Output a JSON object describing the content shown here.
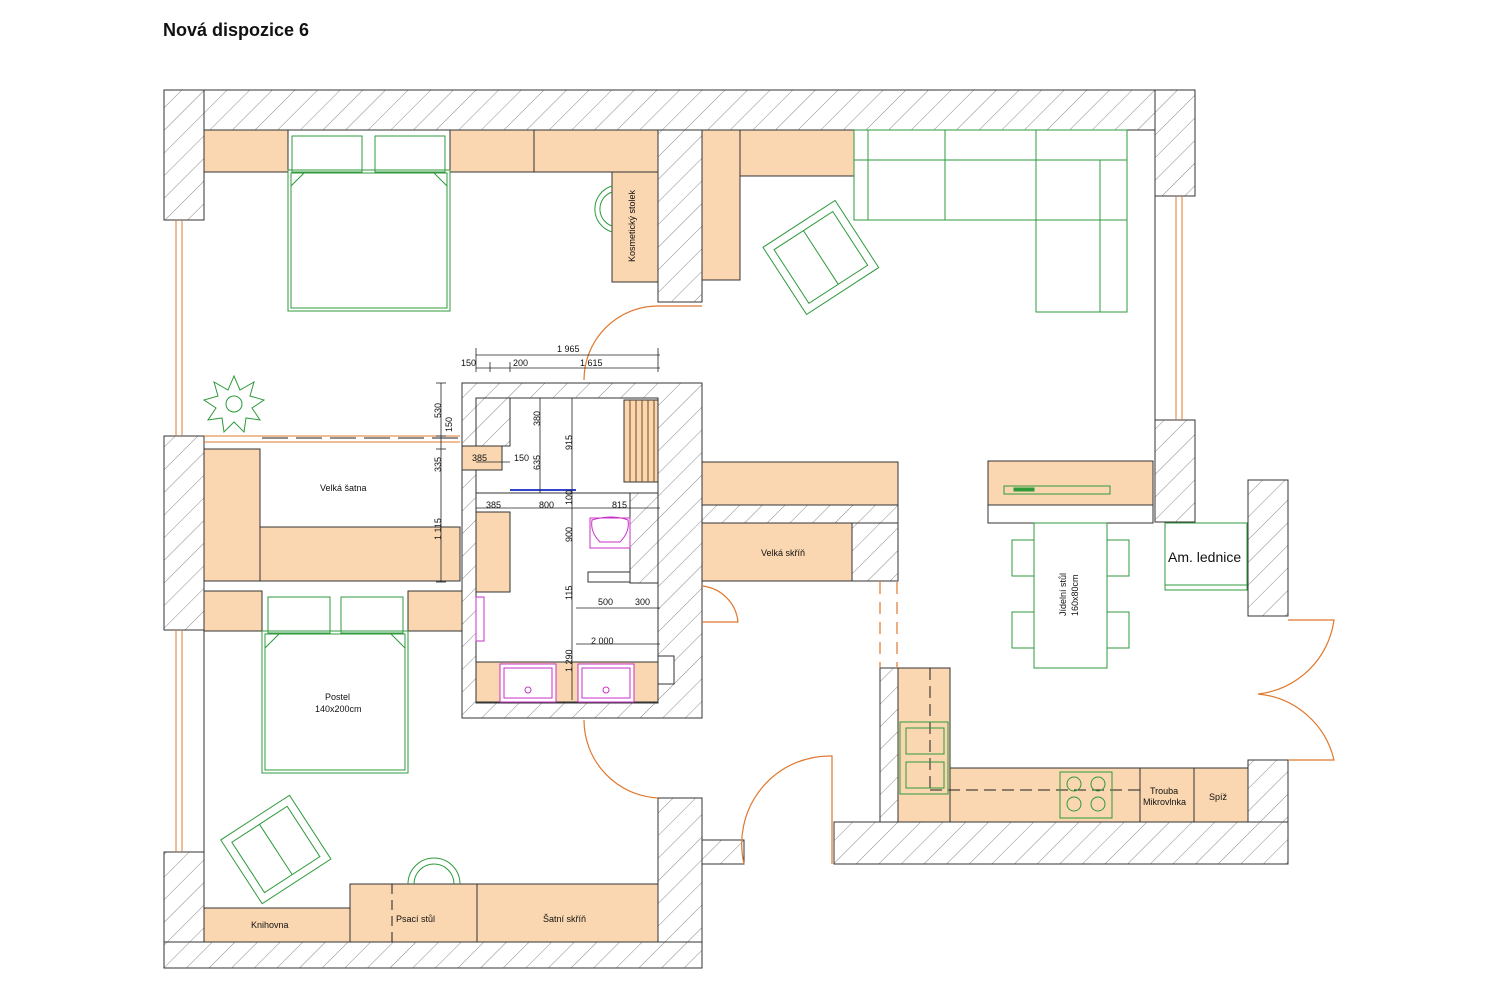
{
  "title": "Nová dispozice 6",
  "labels": {
    "kosmeticky_stolek": "Kosmetický stolek",
    "velka_satna": "Velká šatna",
    "velka_skrin": "Velká skříň",
    "am_lednice": "Am. lednice",
    "jidelni_stul_1": "Jídelní stůl",
    "jidelni_stul_2": "160x80cm",
    "postel_1": "Postel",
    "postel_2": "140x200cm",
    "trouba_1": "Trouba",
    "trouba_2": "Mikrovlnka",
    "spiz": "Spíž",
    "knihovna": "Knihovna",
    "psaci_stul": "Psací stůl",
    "satni_skrin": "Šatní skříň"
  },
  "dimensions": {
    "d1965": "1 965",
    "d150a": "150",
    "d200": "200",
    "d1615": "1 615",
    "d530": "530",
    "d150b": "150",
    "d335": "335",
    "d1115": "1 115",
    "d380": "380",
    "d915": "915",
    "d635": "635",
    "d385a": "385",
    "d150c": "150",
    "d100": "100",
    "d385b": "385",
    "d800": "800",
    "d815": "815",
    "d900": "900",
    "d115": "115",
    "d500": "500",
    "d300": "300",
    "d2000": "2 000",
    "d1290": "1 290"
  },
  "colors": {
    "wall_hatch": "#7a7a7a",
    "furniture": "#fad7b0",
    "outline_green": "#2e9a3c",
    "door_orange": "#e0782d",
    "fixture_magenta": "#c930c9",
    "line_dark": "#222222"
  }
}
